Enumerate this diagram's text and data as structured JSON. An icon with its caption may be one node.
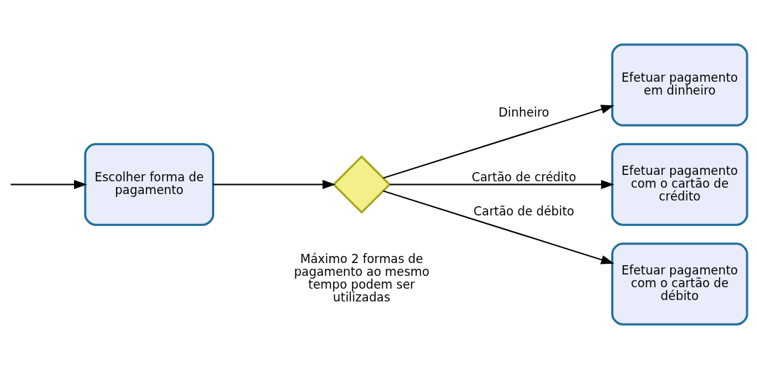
{
  "diagram": {
    "nodes": [
      {
        "text": [
          "Escolher forma de pagamento"
        ]
      },
      {
        "text": [],
        "shape": "diamond",
        "beside": [
          "Máximo 2 formas de pagamento ao mesmo tempo podem ser utilizadas"
        ]
      },
      {
        "text": [
          "Efetuar pagamento em dinheiro"
        ]
      },
      {
        "text": [
          "Efetuar pagamento com o cartão de crédito"
        ]
      },
      {
        "text": [
          "Efetuar pagamento com o cartão de débito"
        ]
      }
    ],
    "edges": [
      {
        "from": null,
        "to": 0,
        "arrow": "to"
      },
      {
        "from": 0,
        "to": 1,
        "arrow": "to"
      },
      {
        "from": 1,
        "to": 2,
        "arrow": "to",
        "label": "Dinheiro"
      },
      {
        "from": 1,
        "to": 3,
        "arrow": "to",
        "label": "Cartão de crédito"
      },
      {
        "from": 1,
        "to": 4,
        "arrow": "to",
        "label": "Cartão de débito"
      }
    ]
  }
}
